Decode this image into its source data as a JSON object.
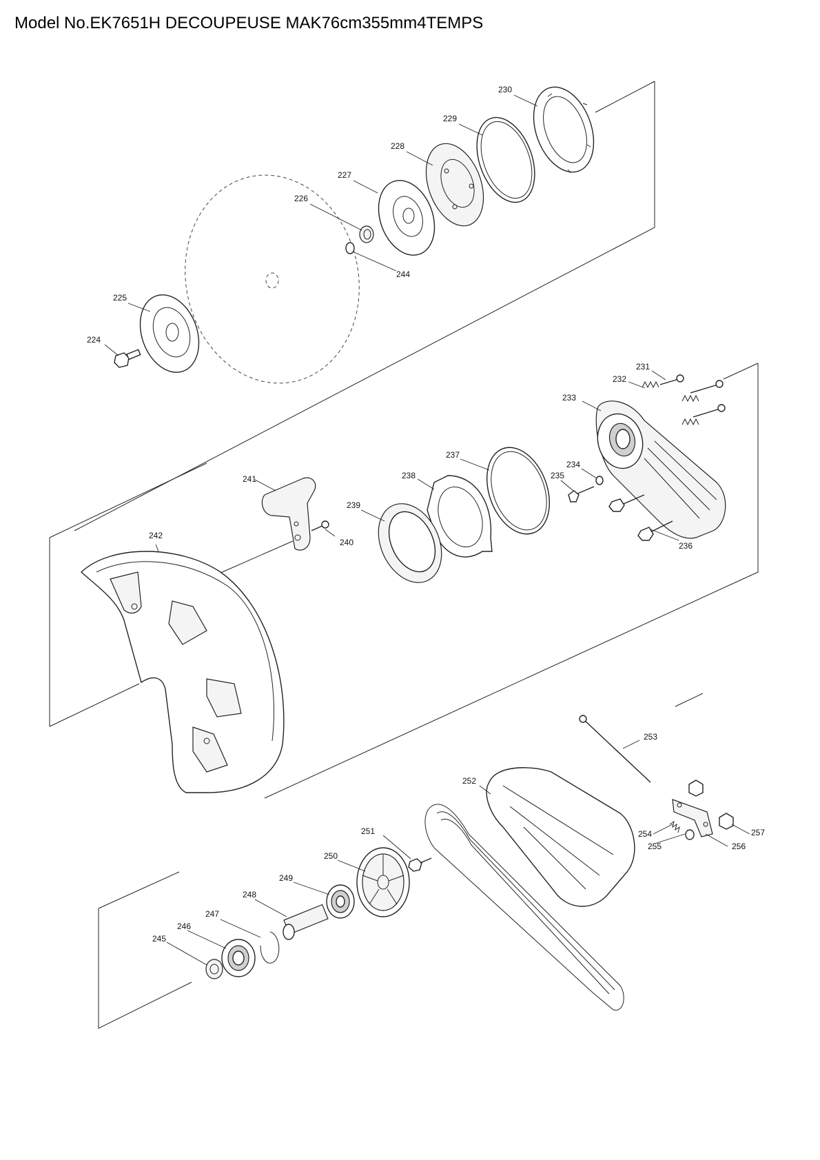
{
  "title": "Model No.EK7651H DECOUPEUSE MAK76cm355mm4TEMPS",
  "callouts": {
    "p224": "224",
    "p225": "225",
    "p226": "226",
    "p227": "227",
    "p228": "228",
    "p229": "229",
    "p230": "230",
    "p231": "231",
    "p232": "232",
    "p233": "233",
    "p234": "234",
    "p235": "235",
    "p236": "236",
    "p237": "237",
    "p238": "238",
    "p239": "239",
    "p240": "240",
    "p241": "241",
    "p242": "242",
    "p244": "244",
    "p245": "245",
    "p246": "246",
    "p247": "247",
    "p248": "248",
    "p249": "249",
    "p250": "250",
    "p251": "251",
    "p252": "252",
    "p253": "253",
    "p254": "254",
    "p255": "255",
    "p256": "256",
    "p257": "257"
  }
}
